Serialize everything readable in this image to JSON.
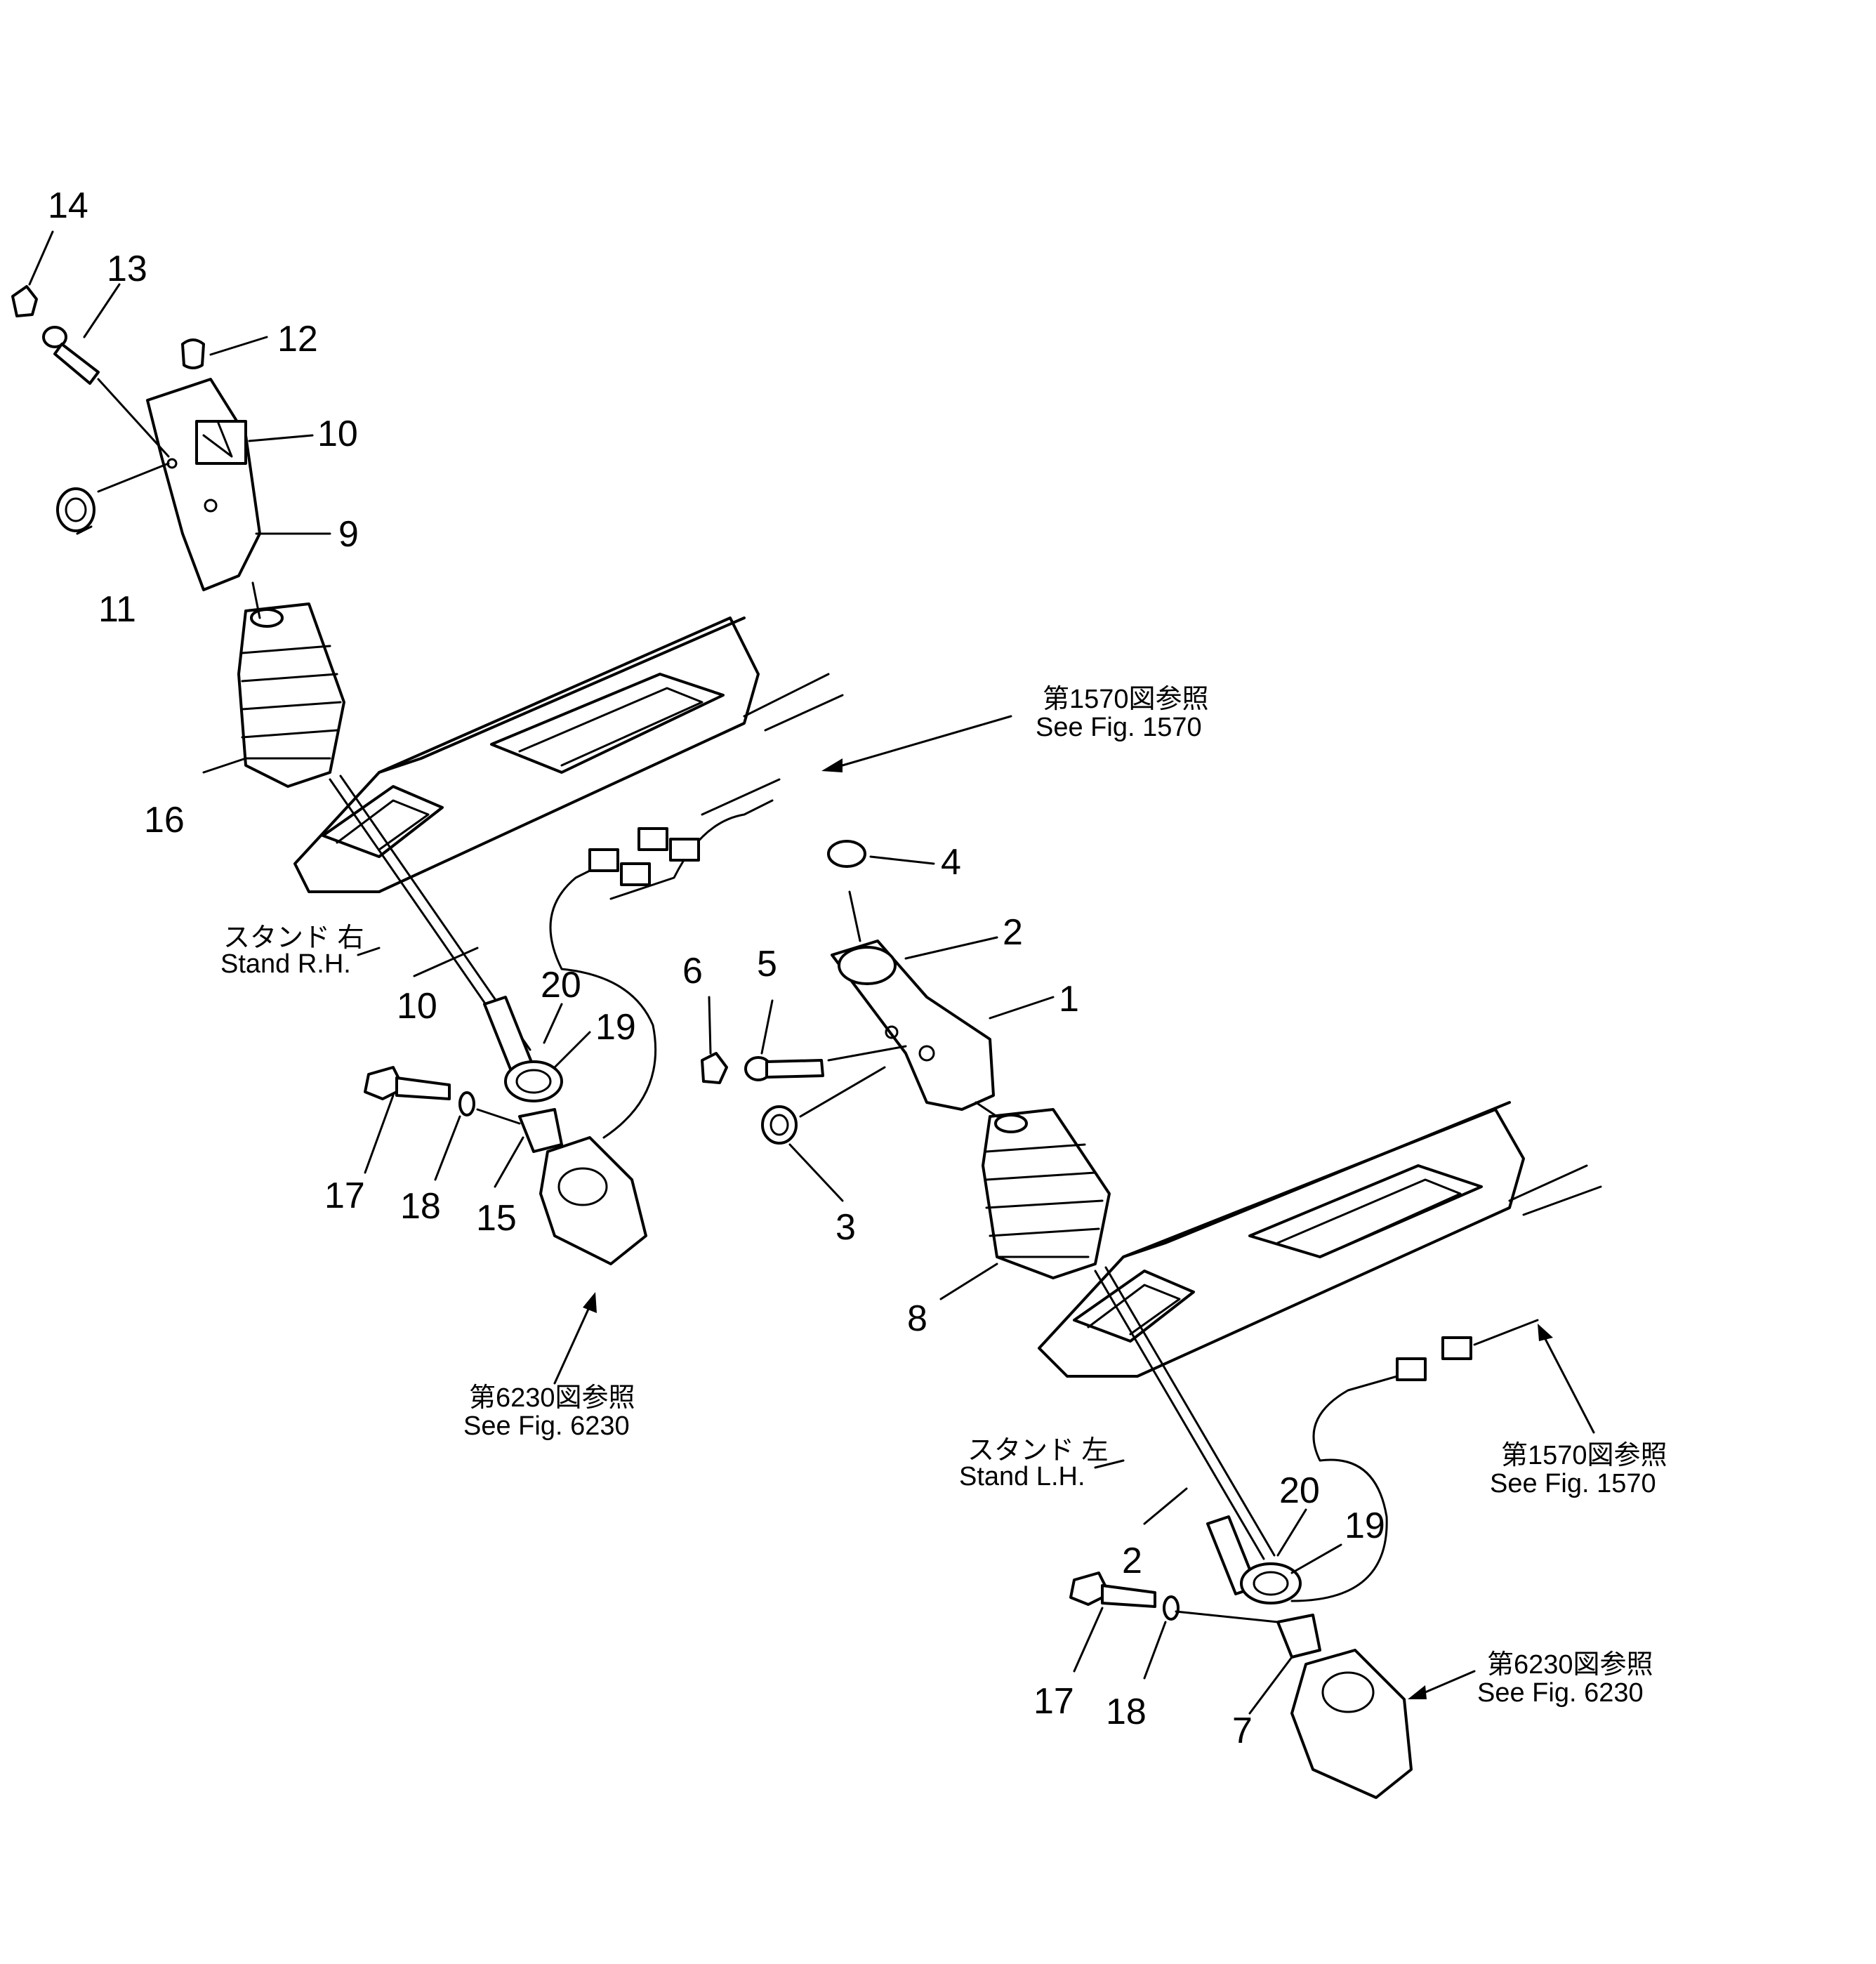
{
  "callouts": {
    "n14": "14",
    "n13": "13",
    "n12": "12",
    "n10a": "10",
    "n9": "9",
    "n11": "11",
    "n16": "16",
    "n10b": "10",
    "n20a": "20",
    "n19a": "19",
    "n17a": "17",
    "n18a": "18",
    "n15": "15",
    "n4": "4",
    "n2a": "2",
    "n1": "1",
    "n6": "6",
    "n5": "5",
    "n3": "3",
    "n8": "8",
    "n2b": "2",
    "n20b": "20",
    "n19b": "19",
    "n17b": "17",
    "n18b": "18",
    "n7": "7"
  },
  "references": {
    "ref1570_top_jp": "第1570図参照",
    "ref1570_top_en": "See Fig. 1570",
    "ref1570_right_jp": "第1570図参照",
    "ref1570_right_en": "See Fig. 1570",
    "ref6230_left_jp": "第6230図参照",
    "ref6230_left_en": "See Fig. 6230",
    "ref6230_right_jp": "第6230図参照",
    "ref6230_right_en": "See Fig. 6230"
  },
  "stands": {
    "rh_jp": "スタンド 右",
    "rh_en": "Stand R.H.",
    "lh_jp": "スタンド 左",
    "lh_en": "Stand L.H."
  }
}
